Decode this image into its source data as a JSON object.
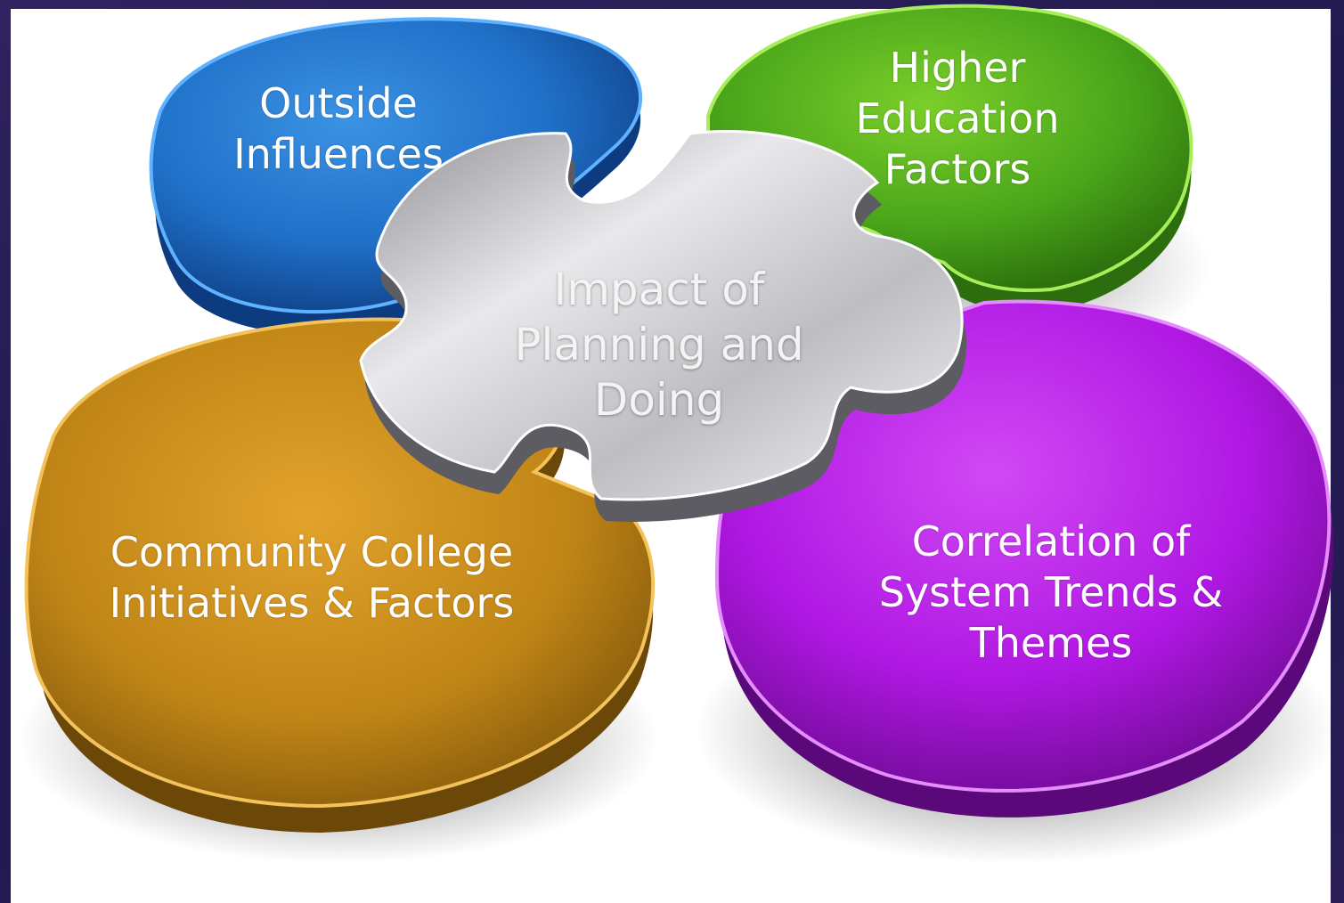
{
  "diagram": {
    "colors": {
      "slide_background": "#2a1f5a",
      "outside": "#1f6fc7",
      "higher": "#4aa51a",
      "center": "#c9c9cc",
      "community": "#c08516",
      "correlation": "#b018e3"
    },
    "pieces": {
      "outside": {
        "lines": [
          "Outside",
          "Influences"
        ]
      },
      "higher": {
        "lines": [
          "Higher",
          "Education",
          "Factors"
        ]
      },
      "center": {
        "lines": [
          "Impact of",
          "Planning and",
          "Doing"
        ]
      },
      "community": {
        "lines": [
          "Community College",
          "Initiatives & Factors"
        ]
      },
      "correlation": {
        "lines": [
          "Correlation of",
          "System Trends &",
          "Themes"
        ]
      }
    }
  }
}
